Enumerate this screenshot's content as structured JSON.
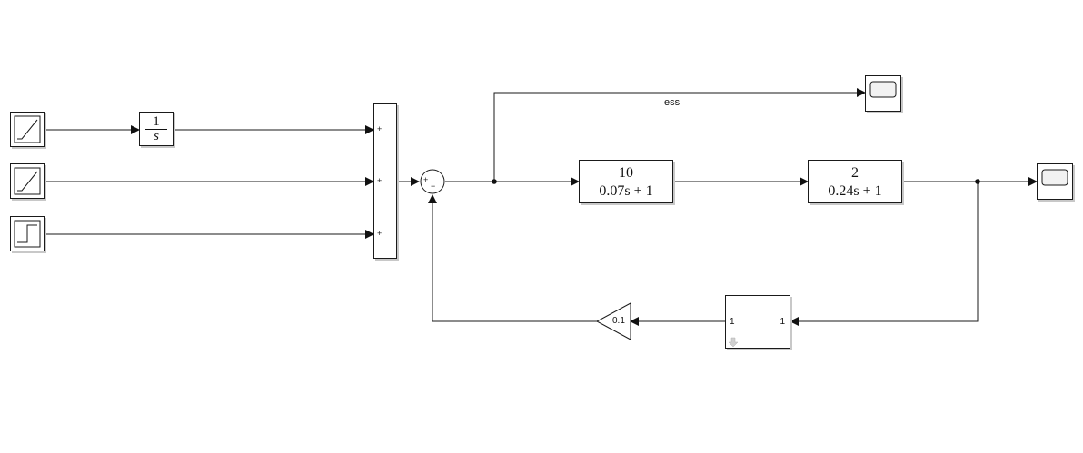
{
  "blocks": {
    "ramp_1": {
      "icon": "ramp-icon"
    },
    "ramp_2": {
      "icon": "ramp-icon"
    },
    "step": {
      "icon": "step-icon"
    },
    "integrator": {
      "num": "1",
      "den": "s"
    },
    "mux": {
      "signs": [
        "+",
        "+",
        "+"
      ]
    },
    "sum": {
      "sign_plus": "+",
      "sign_minus": "−"
    },
    "tf1": {
      "num": "10",
      "den": "0.07s + 1"
    },
    "tf2": {
      "num": "2",
      "den": "0.24s + 1"
    },
    "scope_error": {
      "icon": "scope-icon"
    },
    "scope_output": {
      "icon": "scope-icon"
    },
    "subsystem": {
      "in_port": "1",
      "out_port": "1"
    },
    "gain": {
      "value": "0.1"
    }
  },
  "signals": {
    "error_label": "ess"
  },
  "colors": {
    "line": "#1a1a1a",
    "shadow": "#c8c8c8",
    "scope_screen": "#f2f2f2"
  }
}
